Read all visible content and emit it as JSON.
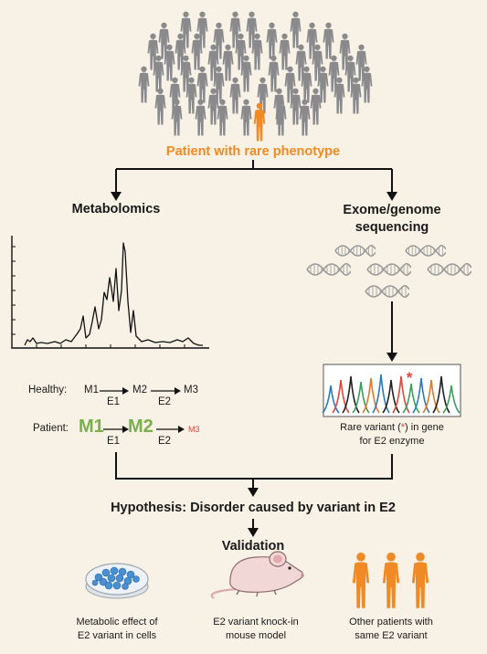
{
  "patient_label": "Patient with rare phenotype",
  "left_branch": {
    "title": "Metabolomics"
  },
  "right_branch": {
    "title_line1": "Exome/genome",
    "title_line2": "sequencing"
  },
  "pathway": {
    "healthy_label": "Healthy:",
    "patient_label": "Patient:",
    "metabolites": [
      "M1",
      "M2",
      "M3"
    ],
    "enzymes": [
      "E1",
      "E2"
    ]
  },
  "sequencing_caption": {
    "line1_pre": "Rare variant (",
    "star": "*",
    "line1_post": ") in gene",
    "line2": "for E2 enzyme"
  },
  "hypothesis": "Hypothesis: Disorder caused by variant in E2",
  "validation": {
    "title": "Validation",
    "items": [
      {
        "line1": "Metabolic effect of",
        "line2": "E2 variant in cells"
      },
      {
        "line1": "E2 variant knock-in",
        "line2": "mouse model"
      },
      {
        "line1": "Other patients with",
        "line2": "same E2 variant"
      }
    ]
  },
  "colors": {
    "background": "#f8f1e6",
    "crowd": "#8a8a8c",
    "patient": "#f08a24",
    "accent_green": "#7ab04a",
    "accent_red": "#e0473a",
    "dna": "#9a9a9a",
    "cell_dish": "#4a8fd0",
    "mouse": "#f2d7d7"
  }
}
